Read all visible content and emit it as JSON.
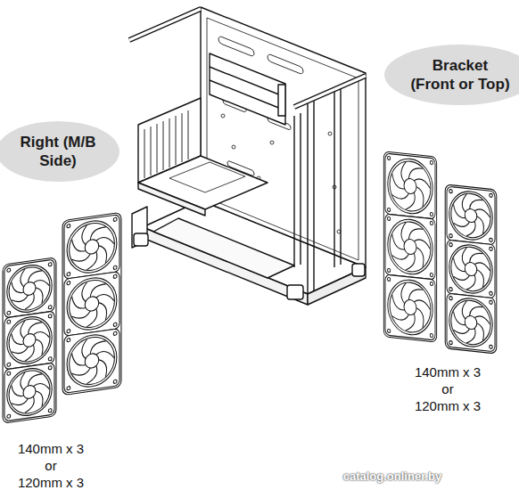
{
  "diagram": {
    "nodes": [
      {
        "text": [
          "Right (M/B Side)"
        ]
      },
      {
        "text": [
          "Bracket (Front or Top)"
        ]
      }
    ],
    "labels": [
      "140mm x 3",
      "or",
      "120mm x 3",
      "140mm x 3",
      "or",
      "120mm x 3",
      "catalog.onliner.by"
    ]
  }
}
